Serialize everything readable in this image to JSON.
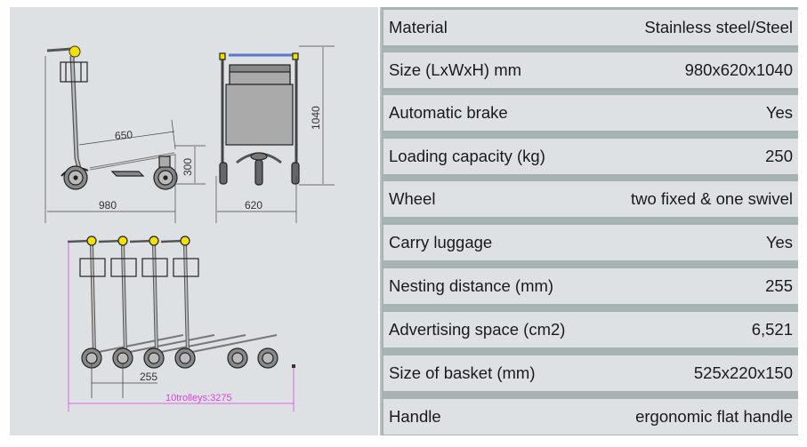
{
  "drawing": {
    "side_view": {
      "length": "980",
      "depth": "650",
      "height_base": "300"
    },
    "front_view": {
      "width": "620",
      "height": "1040"
    },
    "nesting_view": {
      "nesting": "255",
      "total": "10trolleys:3275"
    },
    "colors": {
      "handle_knob": "#f2e100",
      "dimension_magenta": "#e040e0",
      "handle_bar_blue": "#5a78c8"
    }
  },
  "specs": [
    {
      "label": "Material",
      "value": "Stainless steel/Steel"
    },
    {
      "label": "Size (LxWxH) mm",
      "value": "980x620x1040"
    },
    {
      "label": "Automatic brake",
      "value": "Yes"
    },
    {
      "label": "Loading capacity (kg)",
      "value": "250"
    },
    {
      "label": "Wheel",
      "value": "two fixed & one swivel"
    },
    {
      "label": "Carry luggage",
      "value": "Yes"
    },
    {
      "label": "Nesting distance (mm)",
      "value": "255"
    },
    {
      "label": "Advertising space (cm2)",
      "value": "6,521"
    },
    {
      "label": "Size of basket (mm)",
      "value": "525x220x150"
    },
    {
      "label": "Handle",
      "value": "ergonomic flat handle"
    }
  ]
}
